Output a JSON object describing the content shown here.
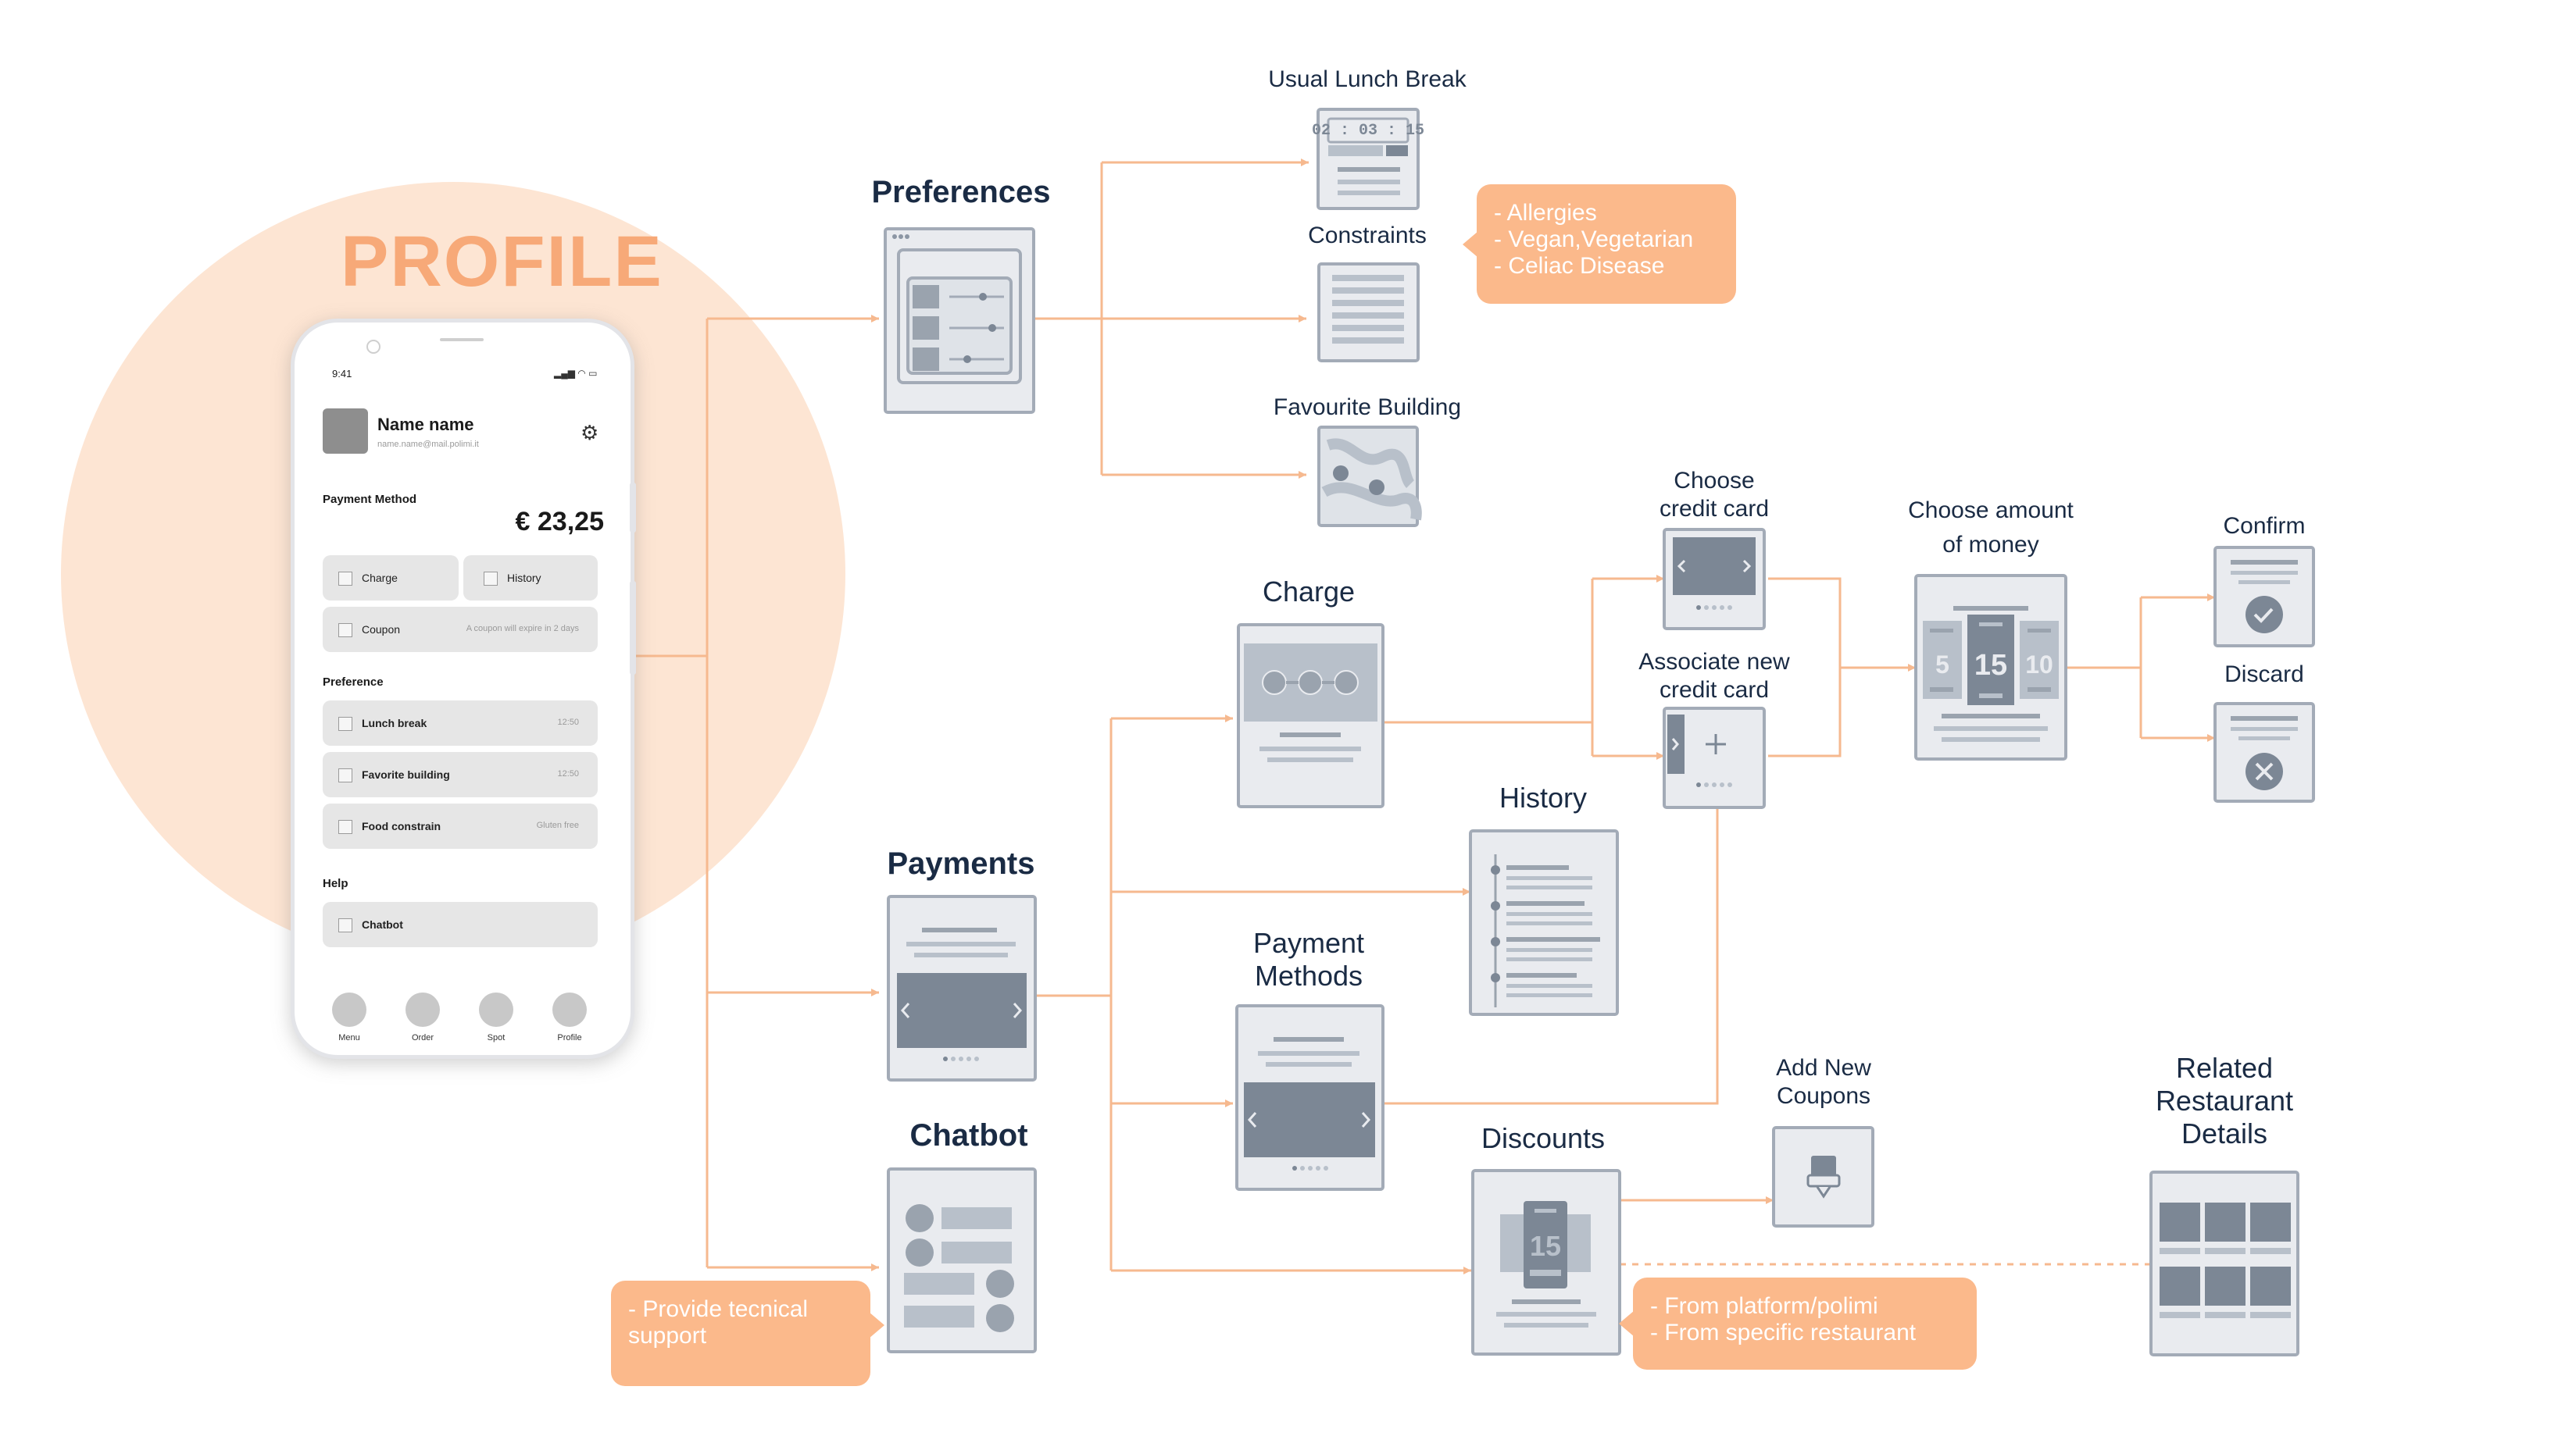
{
  "colors": {
    "background": "#ffffff",
    "accent_orange": "#fbb98b",
    "circle": "#fde5d3",
    "title_orange": "#f7a978",
    "connector": "#f6b98f",
    "wire_fill": "#e9ebef",
    "wire_stroke": "#a3abb7",
    "wire_dark": "#9aa3ae",
    "text_dark": "#1a2b44"
  },
  "title": "PROFILE",
  "phone": {
    "time": "9:41",
    "user_name": "Name name",
    "user_email": "name.name@mail.polimi.it",
    "settings_icon": "gear-icon",
    "payment_method_heading": "Payment Method",
    "balance": "€ 23,25",
    "charge_label": "Charge",
    "history_label": "History",
    "coupon_label": "Coupon",
    "coupon_note": "A coupon will expire in 2 days",
    "preference_heading": "Preference",
    "lunch_break_label": "Lunch break",
    "lunch_break_value": "12:50",
    "favorite_building_label": "Favorite building",
    "favorite_building_value": "12:50",
    "food_constrain_label": "Food constrain",
    "food_constrain_value": "Gluten free",
    "help_heading": "Help",
    "chatbot_label": "Chatbot",
    "nav": [
      "Menu",
      "Order",
      "Spot",
      "Profile"
    ]
  },
  "nodes": {
    "preferences": "Preferences",
    "payments": "Payments",
    "chatbot": "Chatbot",
    "usual_lunch_break": "Usual Lunch Break",
    "timer_value": "02 : 03 : 15",
    "constraints": "Constraints",
    "favourite_building": "Favourite Building",
    "charge": "Charge",
    "history": "History",
    "payment_methods_line1": "Payment",
    "payment_methods_line2": "Methods",
    "discounts": "Discounts",
    "discount_value": "15",
    "choose_card_line1": "Choose",
    "choose_card_line2": "credit card",
    "associate_card_line1": "Associate new",
    "associate_card_line2": "credit card",
    "choose_amount_line1": "Choose amount",
    "choose_amount_line2": "of money",
    "amount_values": [
      "5",
      "15",
      "10"
    ],
    "confirm": "Confirm",
    "discard": "Discard",
    "add_coupons_line1": "Add New",
    "add_coupons_line2": "Coupons",
    "related_line1": "Related",
    "related_line2": "Restaurant",
    "related_line3": "Details"
  },
  "callouts": {
    "constraints": [
      "- Allergies",
      "- Vegan,Vegetarian",
      "- Celiac Disease"
    ],
    "chatbot": [
      "- Provide tecnical",
      "support"
    ],
    "discounts": [
      "- From platform/polimi",
      "- From specific restaurant"
    ]
  }
}
